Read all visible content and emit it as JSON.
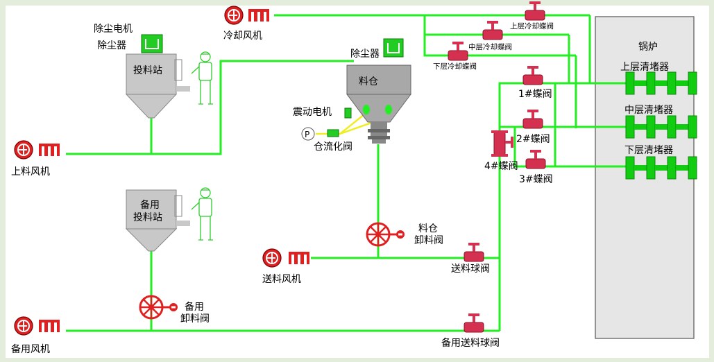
{
  "colors": {
    "background": "#e4ecdc",
    "canvas": "#ffffff",
    "pipe": "#22ee22",
    "signal": "#eeee22",
    "equipment_red": "#e02020",
    "boiler_fill": "#e6e6e6",
    "hopper_gray": "#c8c8c8",
    "bin_gray": "#a8a8a8",
    "dust_green": "#22cc22",
    "cleaner_green": "#11cc11"
  },
  "labels": {
    "cooling_fan": "冷却风机",
    "dust_motor": "除尘电机",
    "dust_collector_station": "除尘器",
    "feeding_station": "投料站",
    "feed_fan": "上料风机",
    "dust_collector_bin": "除尘器",
    "silo": "料仓",
    "vibration_motor": "震动电机",
    "fluidizing_valve": "仓流化阀",
    "pressure_p": "P",
    "upper_cooling_valve": "上层冷却蝶阀",
    "middle_cooling_valve": "中层冷却蝶阀",
    "lower_cooling_valve": "下层冷却蝶阀",
    "butterfly_valve_1": "1#蝶阀",
    "butterfly_valve_2": "2#蝶阀",
    "butterfly_valve_3": "3#蝶阀",
    "butterfly_valve_4": "4#蝶阀",
    "boiler": "锅炉",
    "upper_cleaner": "上层清堵器",
    "middle_cleaner": "中层清堵器",
    "lower_cleaner": "下层清堵器",
    "backup_station_1": "备用",
    "backup_station_2": "投料站",
    "silo_discharge_valve_1": "料仓",
    "silo_discharge_valve_2": "卸料阀",
    "conveying_fan": "送料风机",
    "conveying_ball_valve": "送料球阀",
    "backup_discharge_valve_1": "备用",
    "backup_discharge_valve_2": "卸料阀",
    "backup_fan": "备用风机",
    "backup_ball_valve": "备用送料球阀"
  },
  "icons": {
    "fan": "centrifugal-fan-icon",
    "motor": "motor-icon",
    "valve": "butterfly-valve-icon",
    "wheel_valve": "handwheel-valve-icon",
    "worker": "operator-figure-icon"
  }
}
